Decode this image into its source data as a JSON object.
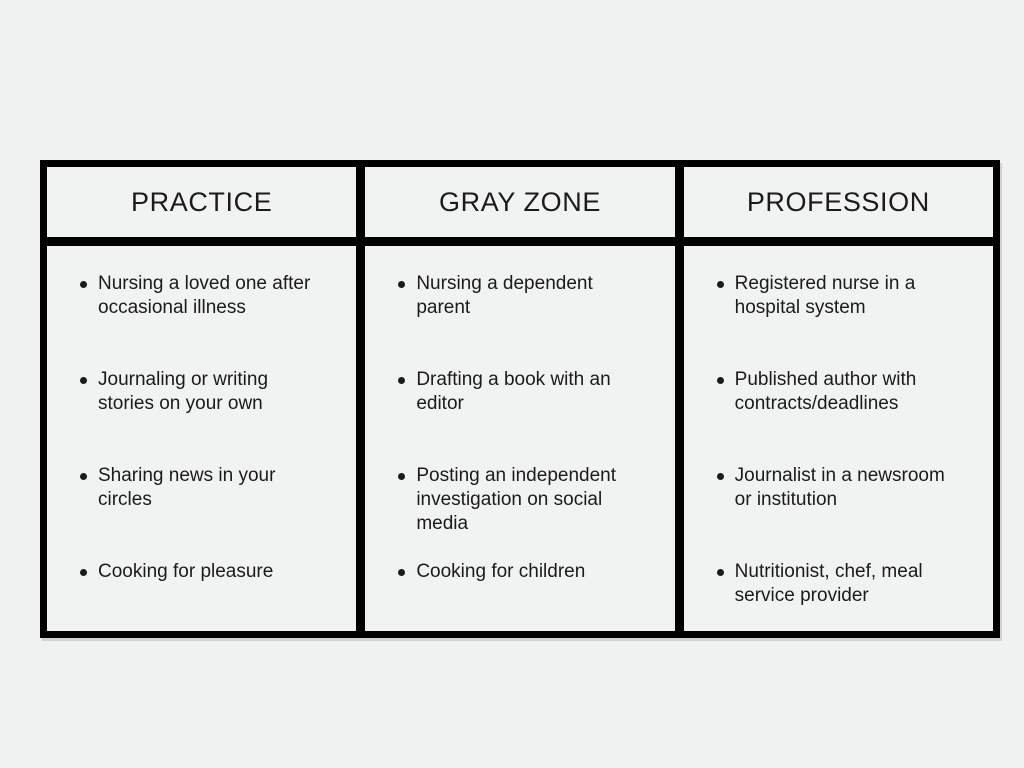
{
  "slide": {
    "columns": [
      {
        "header": "PRACTICE",
        "items": [
          "Nursing a loved one after occasional illness",
          "Journaling or writing stories on your own",
          "Sharing news in your circles",
          "Cooking for pleasure"
        ]
      },
      {
        "header": "GRAY ZONE",
        "items": [
          "Nursing a dependent parent",
          "Drafting a book with an editor",
          "Posting an independent investigation on social media",
          "Cooking for children"
        ]
      },
      {
        "header": "PROFESSION",
        "items": [
          "Registered nurse in a hospital system",
          "Published author with contracts/deadlines",
          "Journalist in a newsroom or institution",
          "Nutritionist, chef, meal service provider"
        ]
      }
    ],
    "colors": {
      "background": "#f0f2f1",
      "cell_background": "#f1f2f2",
      "border": "#000000",
      "text": "#1b1b1b"
    }
  }
}
